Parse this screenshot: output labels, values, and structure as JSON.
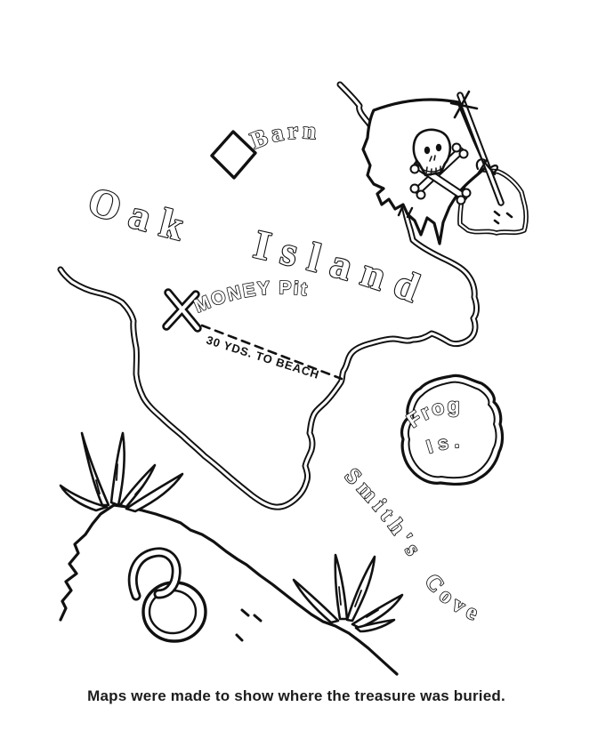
{
  "labels": {
    "island": "Oak Island",
    "barn": "Barn",
    "money_pit": "MONEY Pit",
    "distance": "30 YDS. TO BEACH",
    "frog_island_line1": "Frog",
    "frog_island_line2": "Is.",
    "cove": "Smith's Cove"
  },
  "caption": "Maps were made to show where the treasure was buried.",
  "symbols": {
    "barn_marker": "diamond-outline",
    "treasure_marker": "x-mark",
    "flag": "jolly-roger-skull-and-crossbones",
    "path_to_beach": "dashed-line"
  },
  "colors": {
    "ink": "#111111",
    "paper": "#ffffff"
  }
}
